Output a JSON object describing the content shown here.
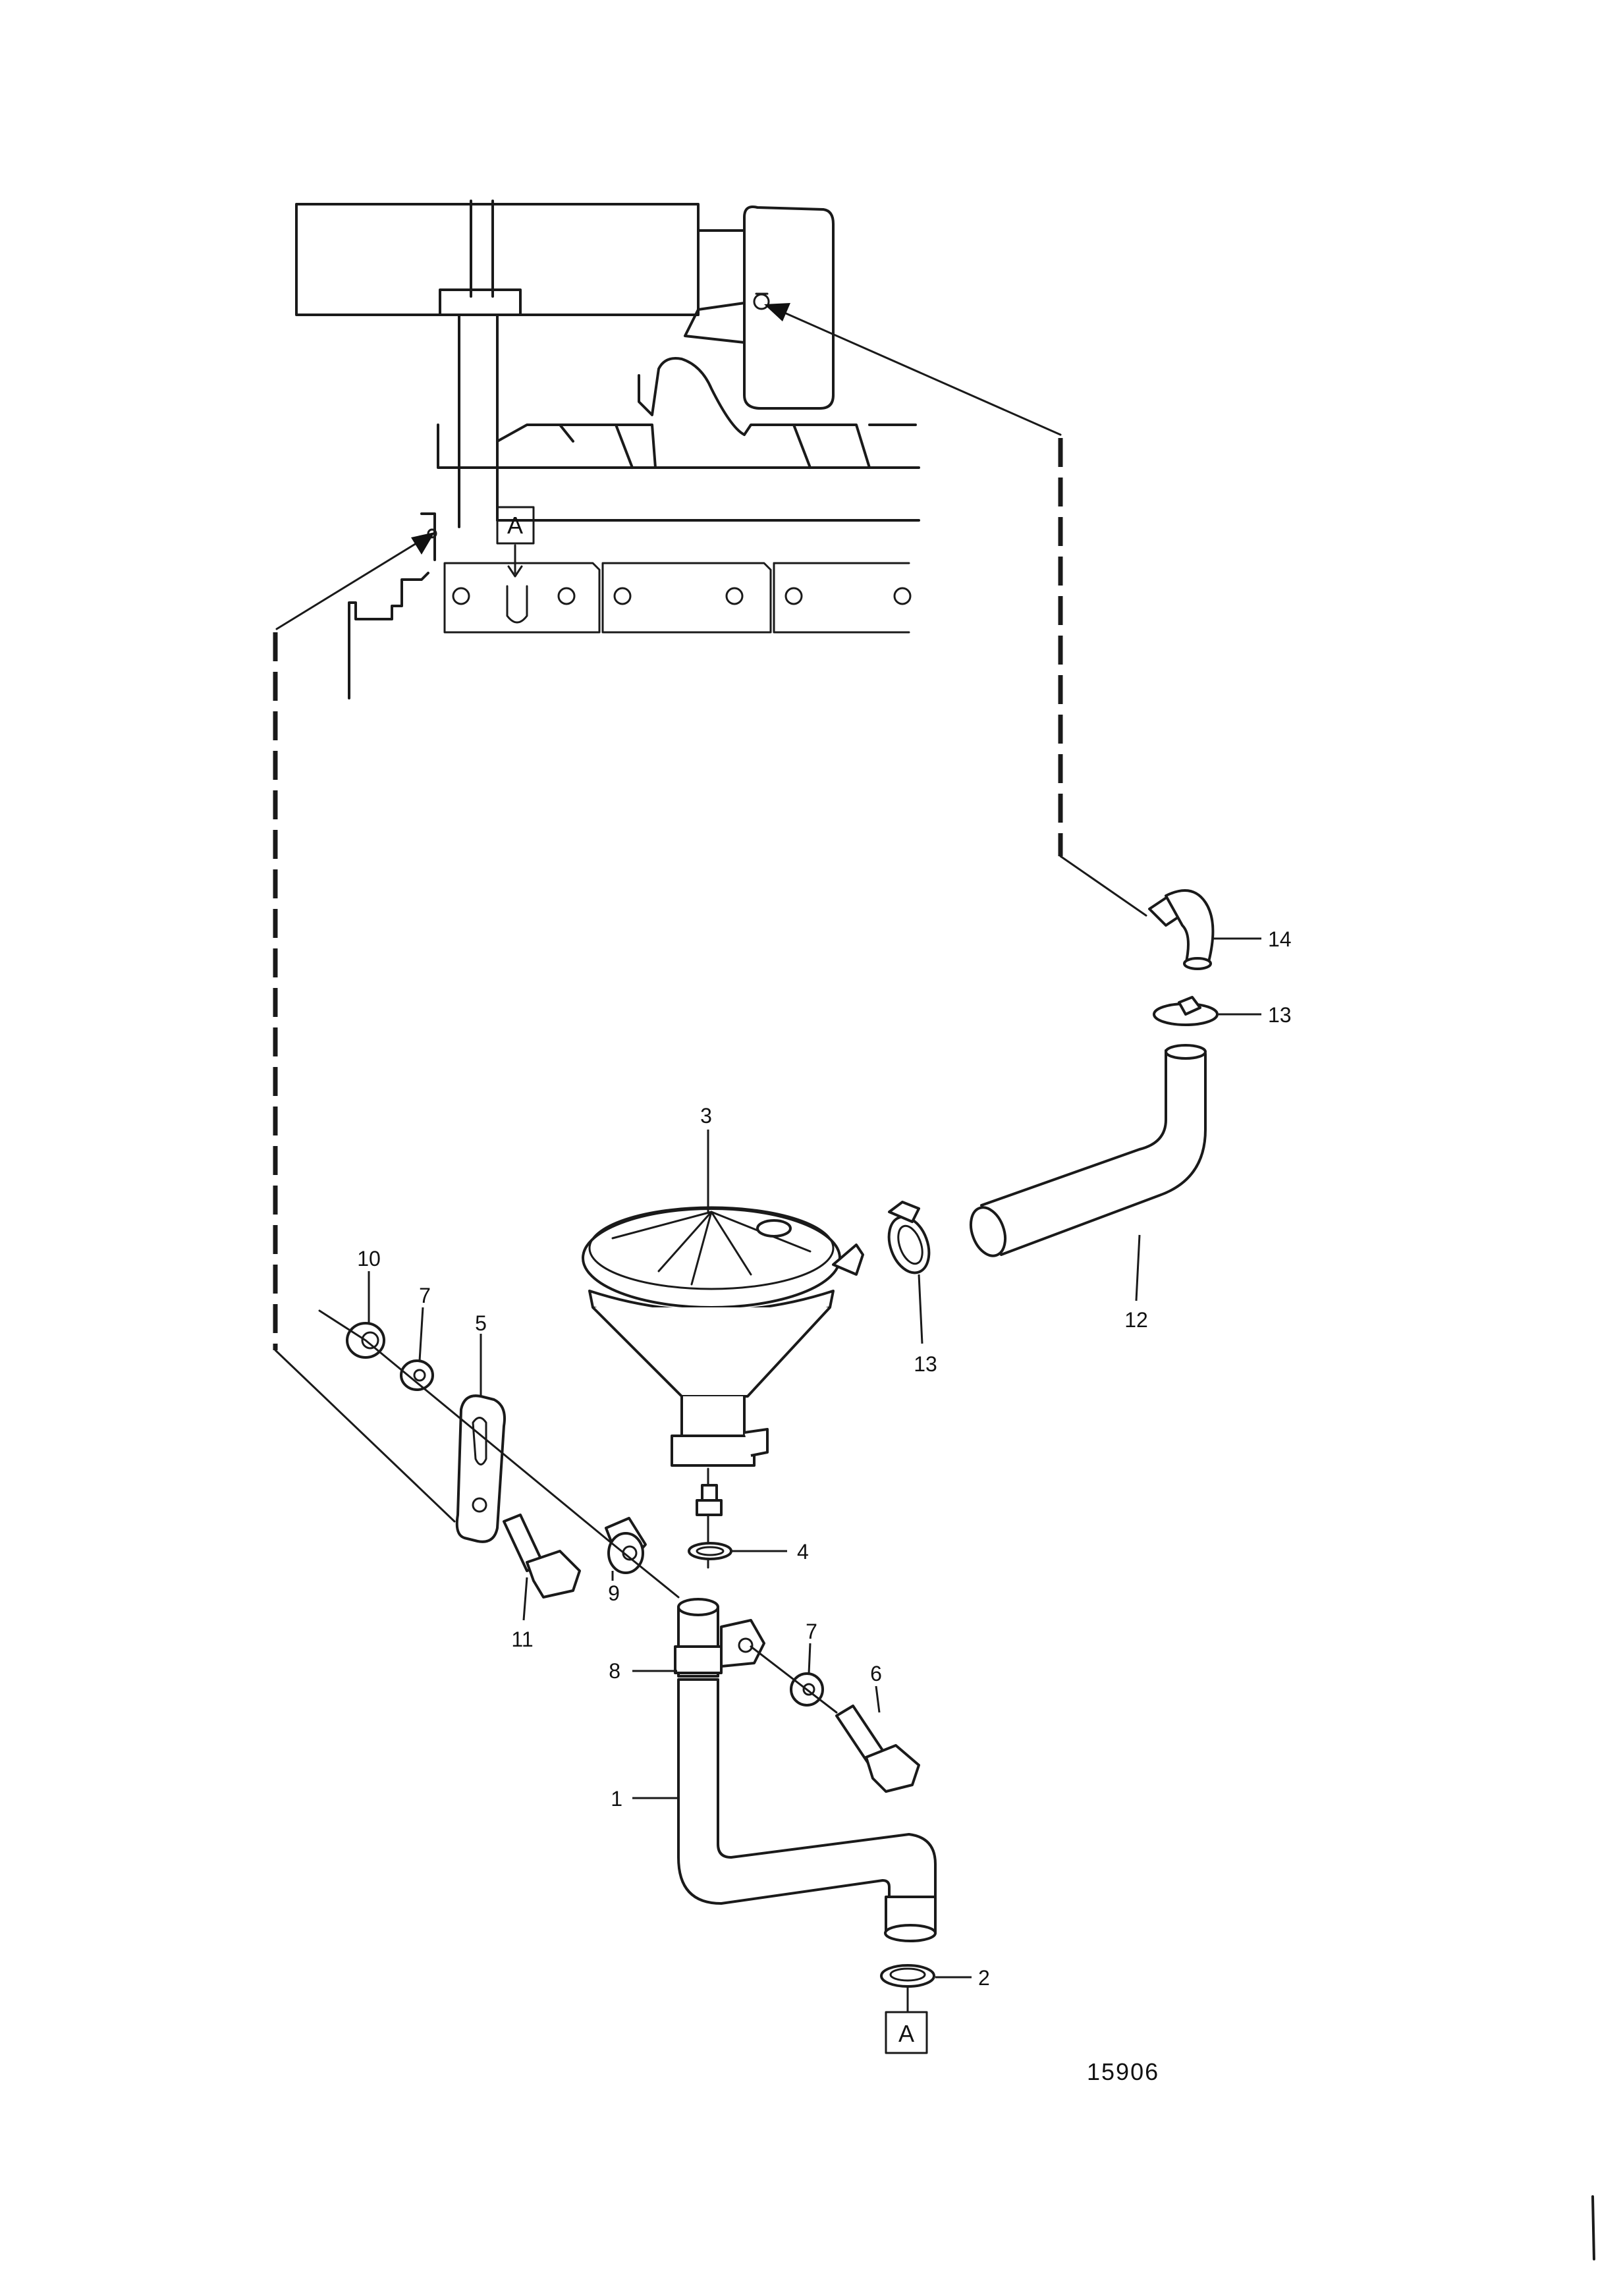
{
  "diagram": {
    "callouts": [
      {
        "id": "1",
        "text": "1"
      },
      {
        "id": "2",
        "text": "2"
      },
      {
        "id": "3",
        "text": "3"
      },
      {
        "id": "4",
        "text": "4"
      },
      {
        "id": "5",
        "text": "5"
      },
      {
        "id": "6",
        "text": "6"
      },
      {
        "id": "7a",
        "text": "7"
      },
      {
        "id": "7b",
        "text": "7"
      },
      {
        "id": "8",
        "text": "8"
      },
      {
        "id": "9",
        "text": "9"
      },
      {
        "id": "10",
        "text": "10"
      },
      {
        "id": "11",
        "text": "11"
      },
      {
        "id": "12",
        "text": "12"
      },
      {
        "id": "13a",
        "text": "13"
      },
      {
        "id": "13b",
        "text": "13"
      },
      {
        "id": "14",
        "text": "14"
      }
    ],
    "reference_boxes": {
      "engine": "A",
      "pipe_end": "A"
    },
    "figure_number": "15906"
  }
}
